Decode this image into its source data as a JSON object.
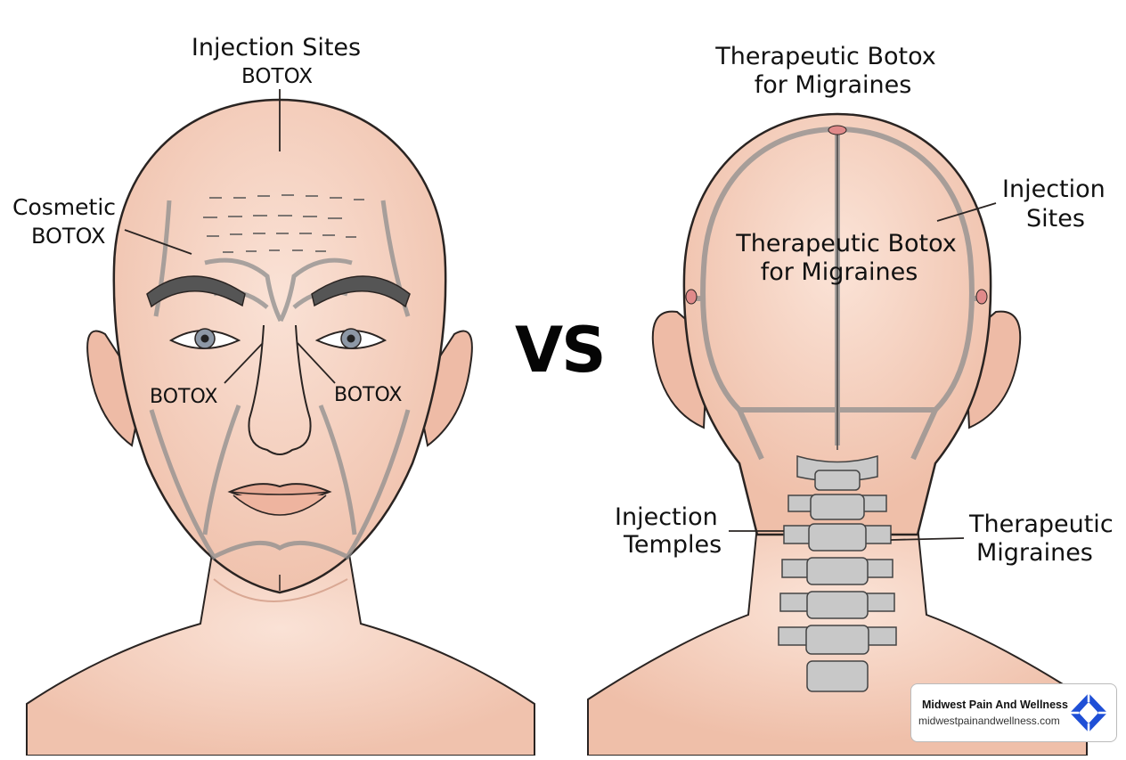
{
  "left": {
    "title_line1": "Injection Sites",
    "title_line2": "BOTOX",
    "cosmetic_line1": "Cosmetic",
    "cosmetic_line2": "BOTOX",
    "botox_left": "BOTOX",
    "botox_right": "BOTOX"
  },
  "vs_label": "VS",
  "right": {
    "title_line1": "Therapeutic Botox",
    "title_line2": "for Migraines",
    "center_line1": "Therapeutic Botox",
    "center_line2": "for Migraines",
    "sites_line1": "Injection",
    "sites_line2": "Sites",
    "temples_line1": "Injection",
    "temples_line2": "Temples",
    "migraines_line1": "Therapeutic",
    "migraines_line2": "Migraines"
  },
  "badge": {
    "name": "Midwest Pain And Wellness",
    "url": "midwestpainandwellness.com"
  },
  "colors": {
    "skin": "#f6d3c2",
    "skin_shade": "#eab9a5",
    "outline": "#2a2422",
    "guide_line": "#9a9a9a",
    "bone": "#c8c8c8",
    "logo_blue": "#1f4fd6"
  }
}
